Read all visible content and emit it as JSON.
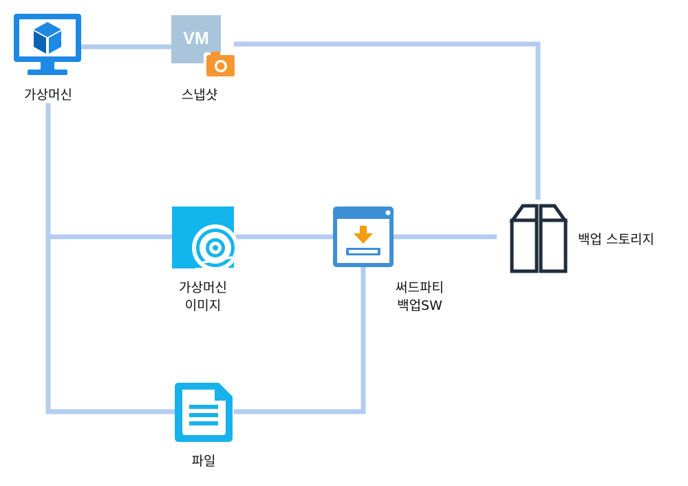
{
  "colors": {
    "connector": "#b3cdf0",
    "vm_blue": "#1e88e5",
    "vm_dark": "#0b63b5",
    "snapshot_gray": "#a9c5dc",
    "camera_orange": "#f5962f",
    "image_cyan": "#13b6ec",
    "sw_blue": "#3d8fd6",
    "download_orange": "#f39c12",
    "storage_navy": "#1f2d3d",
    "file_cyan": "#17b2ea"
  },
  "nodes": {
    "vm": {
      "label": "가상머신",
      "icon": "monitor-cube-icon"
    },
    "snapshot": {
      "label": "스냅샷",
      "badge": "VM",
      "icon": "vm-snapshot-camera-icon"
    },
    "vm_image": {
      "label_line1": "가상머신",
      "label_line2": "이미지",
      "icon": "disc-image-icon"
    },
    "backup_sw": {
      "label_line1": "써드파티",
      "label_line2": "백업SW",
      "icon": "download-window-icon"
    },
    "storage": {
      "label": "백업 스토리지",
      "icon": "storage-box-icon"
    },
    "file": {
      "label": "파일",
      "icon": "document-icon"
    }
  }
}
